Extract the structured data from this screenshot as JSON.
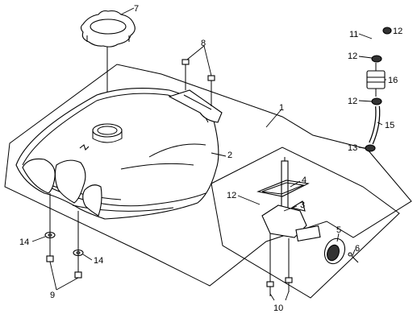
{
  "diagram": {
    "callouts": [
      {
        "id": "c1",
        "text": "1"
      },
      {
        "id": "c2",
        "text": "2"
      },
      {
        "id": "c3",
        "text": "3"
      },
      {
        "id": "c4",
        "text": "4"
      },
      {
        "id": "c5",
        "text": "5"
      },
      {
        "id": "c6",
        "text": "6"
      },
      {
        "id": "c7",
        "text": "7"
      },
      {
        "id": "c8",
        "text": "8"
      },
      {
        "id": "c9",
        "text": "9"
      },
      {
        "id": "c10",
        "text": "10"
      },
      {
        "id": "c11",
        "text": "11"
      },
      {
        "id": "c12a",
        "text": "12"
      },
      {
        "id": "c12b",
        "text": "12"
      },
      {
        "id": "c12c",
        "text": "12"
      },
      {
        "id": "c12d",
        "text": "12"
      },
      {
        "id": "c13",
        "text": "13"
      },
      {
        "id": "c14a",
        "text": "14"
      },
      {
        "id": "c14b",
        "text": "14"
      },
      {
        "id": "c15",
        "text": "15"
      },
      {
        "id": "c16",
        "text": "16"
      }
    ]
  }
}
